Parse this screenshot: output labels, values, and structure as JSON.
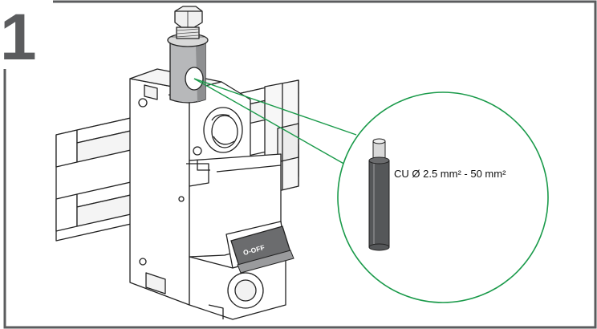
{
  "step": {
    "number": "1"
  },
  "wire_callout": {
    "spec": "CU Ø 2.5 mm² - 50 mm²"
  },
  "breaker": {
    "switch_label": "O-OFF"
  },
  "colors": {
    "frame": "#5b5c5e",
    "callout": "#1a9a4a",
    "handle": "#6b6c6e",
    "wire_insulation": "#555759",
    "conductor": "#d9d9d9"
  },
  "icons": [
    "din-rail",
    "circuit-breaker",
    "terminal-clamp-screw",
    "copper-wire"
  ]
}
